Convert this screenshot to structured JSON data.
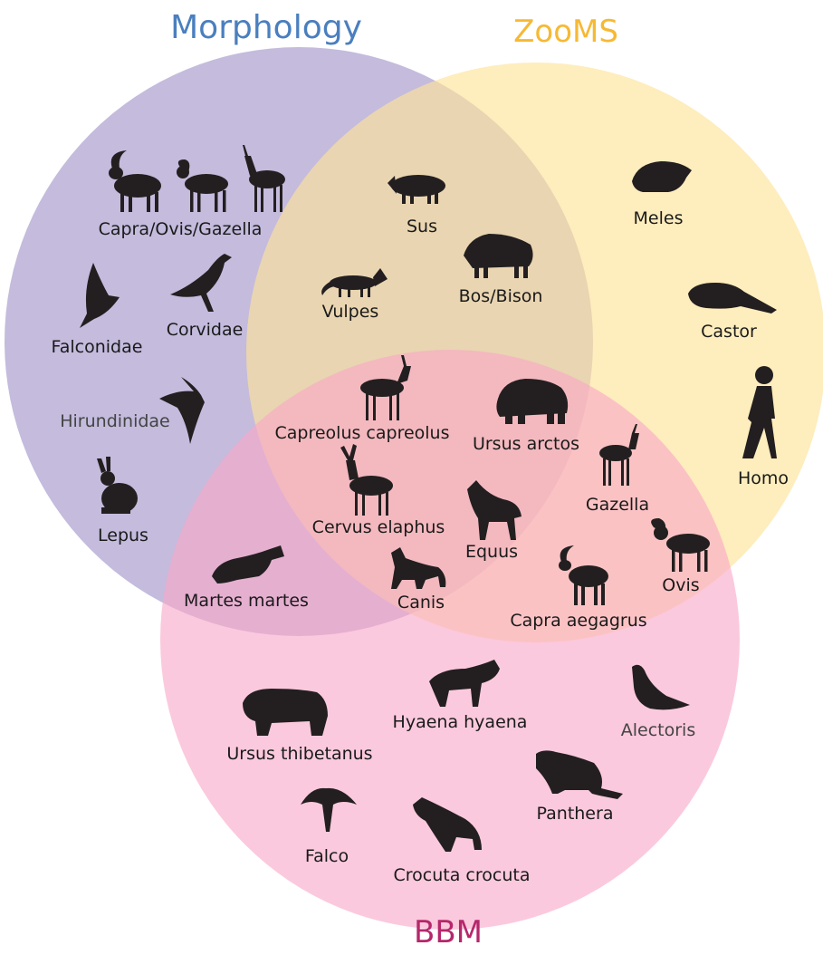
{
  "sets": {
    "morphology": {
      "title": "Morphology",
      "title_color": "#4a7fbf",
      "fill": "#b3a8d3"
    },
    "zooms": {
      "title": "ZooMS",
      "title_color": "#f6b934",
      "fill": "#fde9a6"
    },
    "bbm": {
      "title": "BBM",
      "title_color": "#b5276b",
      "fill": "#f9b4cf"
    }
  },
  "taxa": {
    "capra_ovis_gazella": {
      "label": "Capra/Ovis/Gazella",
      "icon": "ibex-ram-gazelle-silhouettes"
    },
    "falconidae": {
      "label": "Falconidae",
      "icon": "falcon-silhouette"
    },
    "corvidae": {
      "label": "Corvidae",
      "icon": "crow-silhouette"
    },
    "hirundinidae": {
      "label": "Hirundinidae",
      "icon": "swallow-silhouette"
    },
    "lepus": {
      "label": "Lepus",
      "icon": "hare-silhouette"
    },
    "sus": {
      "label": "Sus",
      "icon": "boar-silhouette"
    },
    "vulpes": {
      "label": "Vulpes",
      "icon": "fox-silhouette"
    },
    "bos_bison": {
      "label": "Bos/Bison",
      "icon": "bison-silhouette"
    },
    "meles": {
      "label": "Meles",
      "icon": "badger-silhouette"
    },
    "castor": {
      "label": "Castor",
      "icon": "beaver-silhouette"
    },
    "homo": {
      "label": "Homo",
      "icon": "human-silhouette"
    },
    "capreolus": {
      "label": "Capreolus capreolus",
      "icon": "roe-deer-silhouette"
    },
    "ursus_arctos": {
      "label": "Ursus arctos",
      "icon": "brown-bear-silhouette"
    },
    "cervus": {
      "label": "Cervus elaphus",
      "icon": "red-deer-silhouette"
    },
    "equus": {
      "label": "Equus",
      "icon": "horse-silhouette"
    },
    "canis": {
      "label": "Canis",
      "icon": "wolf-silhouette"
    },
    "gazella": {
      "label": "Gazella",
      "icon": "gazelle-silhouette"
    },
    "ovis": {
      "label": "Ovis",
      "icon": "mouflon-silhouette"
    },
    "capra_aegagrus": {
      "label": "Capra aegagrus",
      "icon": "wild-goat-silhouette"
    },
    "martes": {
      "label": "Martes martes",
      "icon": "marten-silhouette"
    },
    "hyaena": {
      "label": "Hyaena hyaena",
      "icon": "striped-hyena-silhouette"
    },
    "alectoris": {
      "label": "Alectoris",
      "icon": "partridge-silhouette"
    },
    "ursus_thibetanus": {
      "label": "Ursus thibetanus",
      "icon": "black-bear-silhouette"
    },
    "panthera": {
      "label": "Panthera",
      "icon": "leopard-silhouette"
    },
    "falco": {
      "label": "Falco",
      "icon": "falcon-flying-silhouette"
    },
    "crocuta": {
      "label": "Crocuta crocuta",
      "icon": "spotted-hyena-silhouette"
    }
  }
}
